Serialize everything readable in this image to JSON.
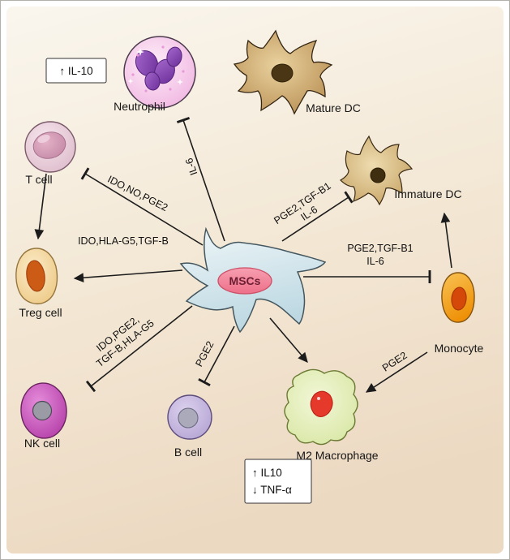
{
  "msc": {
    "label": "MSCs"
  },
  "cells": {
    "neutrophil": {
      "label": "Neutrophil"
    },
    "mature_dc": {
      "label": "Mature DC"
    },
    "t_cell": {
      "label": "T cell"
    },
    "immature_dc": {
      "label": "Immature DC"
    },
    "treg_cell": {
      "label": "Treg cell"
    },
    "monocyte": {
      "label": "Monocyte"
    },
    "nk_cell": {
      "label": "NK cell"
    },
    "b_cell": {
      "label": "B cell"
    },
    "m2_macrophage": {
      "label": "M2 Macrophage"
    }
  },
  "edges": {
    "msc_t_cell": {
      "label": "IDO,NO,PGE2",
      "type": "inhibit"
    },
    "msc_treg": {
      "label": "IDO,HLA-G5,TGF-B",
      "type": "promote"
    },
    "msc_nk": {
      "label1": "IDO,PGE2,",
      "label2": "TGF-B,HLA-G5",
      "type": "inhibit"
    },
    "msc_b_cell": {
      "label": "PGE2",
      "type": "inhibit"
    },
    "msc_m2": {
      "type": "promote"
    },
    "monocyte_m2": {
      "label": "PGE2",
      "type": "promote"
    },
    "msc_immature_dc": {
      "label1": "PGE2,TGF-B1",
      "label2": "IL-6",
      "type": "inhibit"
    },
    "msc_monocyte": {
      "label1": "PGE2,TGF-B1",
      "label2": "IL-6",
      "type": "inhibit"
    },
    "msc_neutrophil": {
      "label": "IL-6",
      "type": "inhibit"
    },
    "t_cell_treg": {
      "type": "promote"
    },
    "monocyte_imm_dc": {
      "type": "promote"
    }
  },
  "callouts": {
    "il10_box": {
      "text": "↑ IL-10"
    },
    "m2_box": {
      "line1": "↑ IL10",
      "line2": "↓ TNF-α"
    }
  },
  "colors": {
    "background_top": "#faf6ee",
    "background_bottom": "#ecd9c2",
    "line": "#1c1c1c",
    "msc_body": "#cfe2ea",
    "msc_nucleus": "#f07f95",
    "neutrophil": "#f2b9e2",
    "dendritic": "#c09255",
    "treg": "#f0cf8e",
    "monocyte": "#f2a11c",
    "nk": "#c653b8",
    "b_cell": "#c0b0da",
    "macrophage": "#ddeaa8"
  }
}
